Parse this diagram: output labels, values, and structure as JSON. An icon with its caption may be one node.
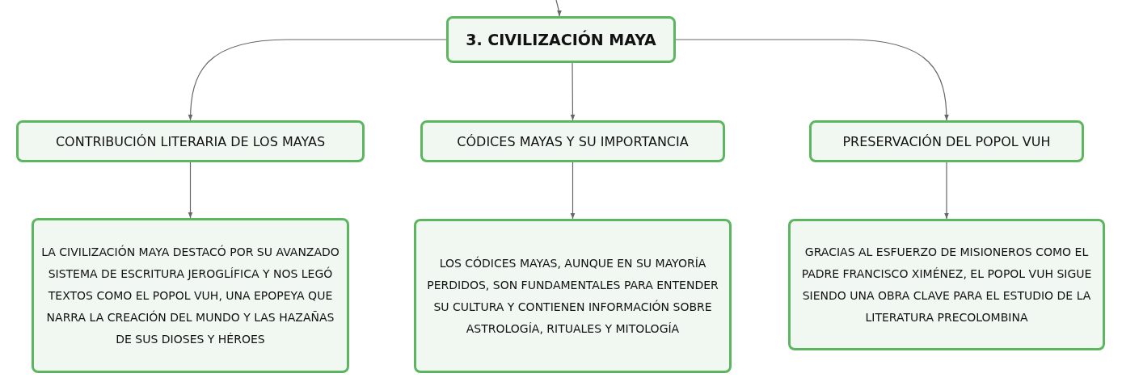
{
  "diagram": {
    "nodes": [
      {
        "text": [
          "3. CIVILIZACIÓN MAYA"
        ]
      },
      {
        "text": [
          "CONTRIBUCIÓN LITERARIA DE LOS MAYAS"
        ]
      },
      {
        "text": [
          "CÓDICES MAYAS Y SU IMPORTANCIA"
        ]
      },
      {
        "text": [
          "PRESERVACIÓN DEL POPOL VUH"
        ]
      },
      {
        "text": [
          "LA CIVILIZACIÓN MAYA DESTACÓ POR SU AVANZADO SISTEMA DE ESCRITURA JEROGLÍFICA Y NOS LEGÓ TEXTOS COMO EL POPOL VUH, UNA EPOPEYA QUE NARRA LA CREACIÓN DEL MUNDO Y LAS HAZAÑAS DE SUS DIOSES Y HÉROES"
        ]
      },
      {
        "text": [
          "LOS CÓDICES MAYAS, AUNQUE EN SU MAYORÍA PERDIDOS, SON FUNDAMENTALES PARA ENTENDER SU CULTURA Y CONTIENEN INFORMACIÓN SOBRE ASTROLOGÍA, RITUALES Y MITOLOGÍA"
        ]
      },
      {
        "text": [
          "GRACIAS AL ESFUERZO DE MISIONEROS COMO EL PADRE FRANCISCO XIMÉNEZ, EL POPOL VUH SIGUE SIENDO UNA OBRA CLAVE PARA EL ESTUDIO DE LA LITERATURA PRECOLOMBINA"
        ]
      }
    ],
    "edges": [
      {
        "from": null,
        "to": 0,
        "arrow": "to"
      },
      {
        "from": 0,
        "to": 1,
        "arrow": "to"
      },
      {
        "from": 0,
        "to": 2,
        "arrow": "to"
      },
      {
        "from": 0,
        "to": 3,
        "arrow": "to"
      },
      {
        "from": 1,
        "to": 4,
        "arrow": "to"
      },
      {
        "from": 2,
        "to": 5,
        "arrow": "to"
      },
      {
        "from": 3,
        "to": 6,
        "arrow": "to"
      }
    ]
  }
}
